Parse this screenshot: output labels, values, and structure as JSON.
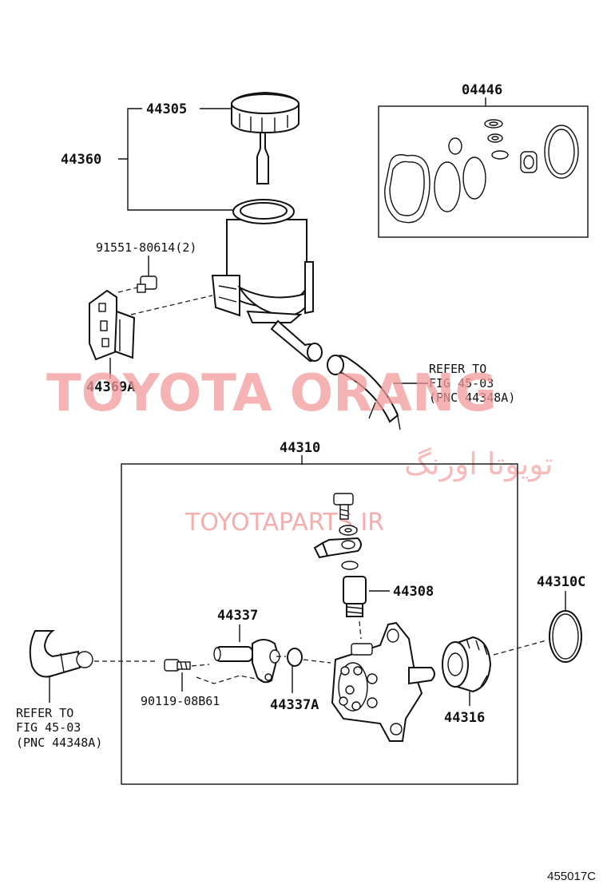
{
  "labels": {
    "cap": "44305",
    "reservoir": "44360",
    "kit": "04446",
    "bolt_top": "91551-80614(2)",
    "bracket": "44369A",
    "refer_top_1": "REFER TO",
    "refer_top_2": "FIG 45-03",
    "refer_top_3": "(PNC 44348A)",
    "pump_assy": "44310",
    "valve": "44308",
    "union": "44337",
    "oring_big": "44310C",
    "bolt_bottom": "90119-08B61",
    "oring_small": "44337A",
    "pulley": "44316",
    "refer_bot_1": "REFER TO",
    "refer_bot_2": "FIG 45-03",
    "refer_bot_3": "(PNC 44348A)"
  },
  "watermark": {
    "brand": "TOYOTA ORANG",
    "persian": "تویوتا اورنگ",
    "url": "TOYOTAPARTS.IR",
    "color": "#f29a9a"
  },
  "figure_code": "455017C"
}
